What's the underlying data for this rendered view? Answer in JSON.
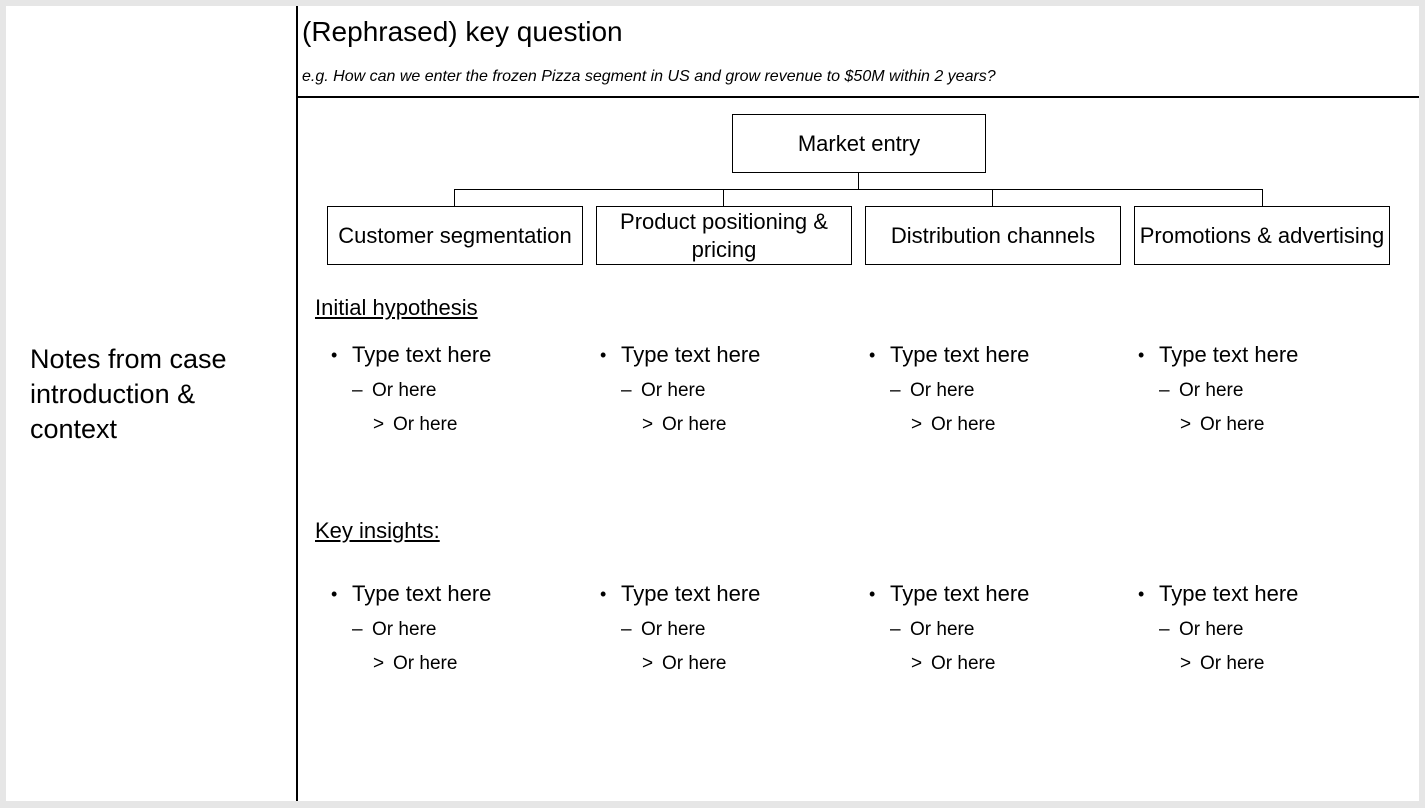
{
  "notes": {
    "text": "Notes from case introduction & context"
  },
  "key_question": {
    "title": "(Rephrased) key question",
    "example": "e.g. How can we enter the frozen Pizza segment in US and grow revenue to $50M within 2 years?"
  },
  "tree": {
    "root": "Market entry",
    "branches": [
      {
        "label": "Customer segmentation"
      },
      {
        "label": "Product positioning & pricing"
      },
      {
        "label": "Distribution channels"
      },
      {
        "label": "Promotions & advertising"
      }
    ]
  },
  "hypothesis": {
    "heading": "Initial hypothesis",
    "columns": [
      {
        "level1": "Type text here",
        "level2": "Or here",
        "level3": "Or here"
      },
      {
        "level1": "Type text here",
        "level2": "Or here",
        "level3": "Or here"
      },
      {
        "level1": "Type text here",
        "level2": "Or here",
        "level3": "Or here"
      },
      {
        "level1": "Type text here",
        "level2": "Or here",
        "level3": "Or here"
      }
    ]
  },
  "insights": {
    "heading": "Key insights:",
    "columns": [
      {
        "level1": "Type text here",
        "level2": "Or here",
        "level3": "Or here"
      },
      {
        "level1": "Type text here",
        "level2": "Or here",
        "level3": "Or here"
      },
      {
        "level1": "Type text here",
        "level2": "Or here",
        "level3": "Or here"
      },
      {
        "level1": "Type text here",
        "level2": "Or here",
        "level3": "Or here"
      }
    ]
  },
  "markers": {
    "bullet": "•",
    "dash": "–",
    "arrow": ">"
  }
}
